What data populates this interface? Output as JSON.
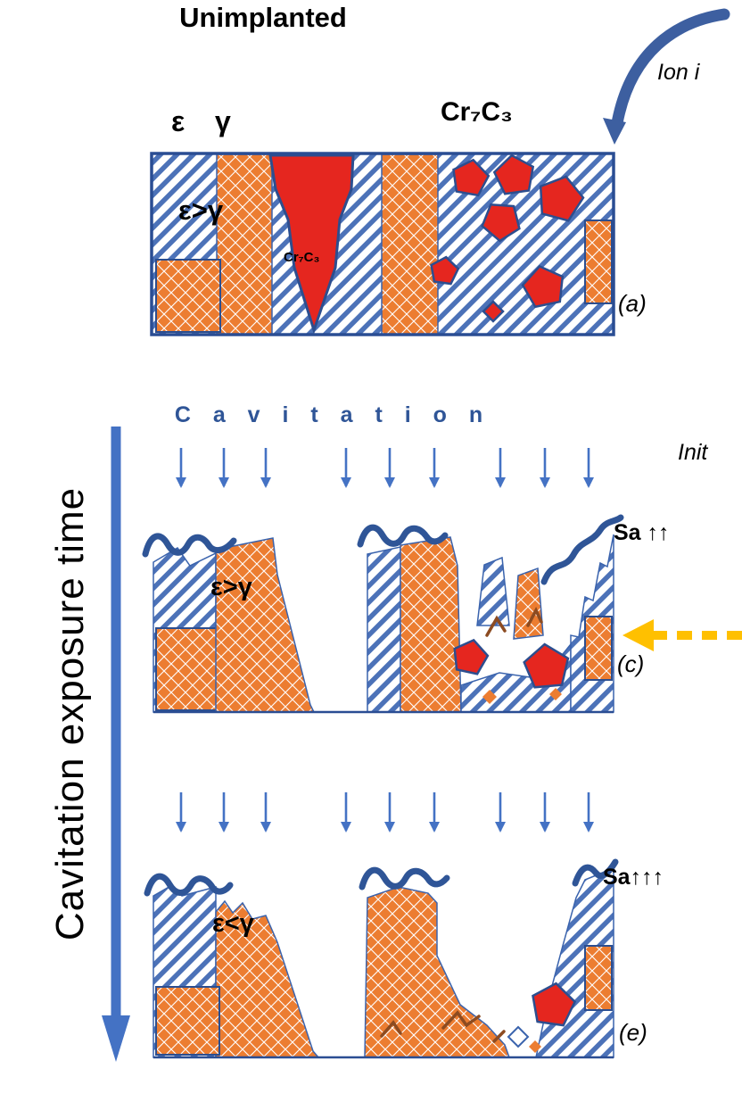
{
  "figure": {
    "title": "Unimplanted",
    "cavitation_header": "C a v i t a t i o n",
    "exposure_axis_label": "Cavitation exposure time",
    "ion_note": "Ion i",
    "initial_note": "Init",
    "phase_header": {
      "epsilon": "ε",
      "gamma": "γ",
      "carbide": "Cr₇C₃"
    },
    "panel_a": {
      "tag": "(a)",
      "phase_relation": "ε>γ",
      "carbide_label": "Cr₇C₃"
    },
    "panel_c": {
      "tag": "(c)",
      "phase_relation": "ε>γ",
      "roughness_note": "Sa ↑↑"
    },
    "panel_e": {
      "tag": "(e)",
      "phase_relation": "ε<γ",
      "roughness_note": "Sa↑↑↑"
    },
    "legend_colors": {
      "matrix_hatch_blue": "#4C72B8",
      "gamma_phase_orange": "#EC7D31",
      "carbide_red": "#E5261F",
      "arrow_blue": "#4472C4",
      "wave_blue": "#2F5597",
      "highlight_yellow": "#FFC000",
      "crack_brown": "#8C4B21"
    }
  }
}
